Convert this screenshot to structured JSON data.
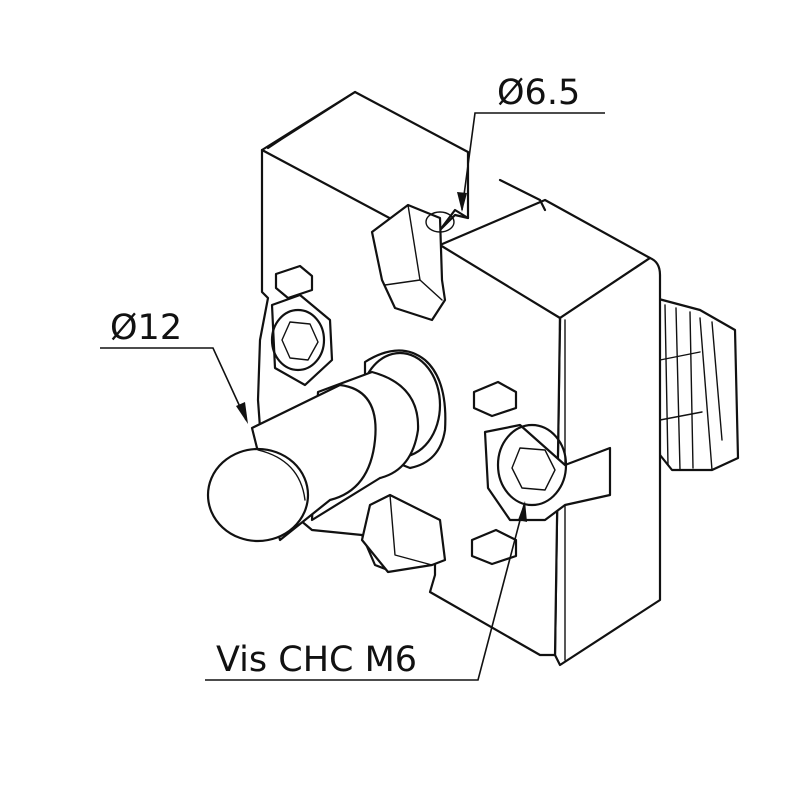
{
  "drawing": {
    "callouts": {
      "hole_diameter": "Ø6.5",
      "pin_diameter": "Ø12",
      "screw": "Vis CHC M6"
    }
  }
}
